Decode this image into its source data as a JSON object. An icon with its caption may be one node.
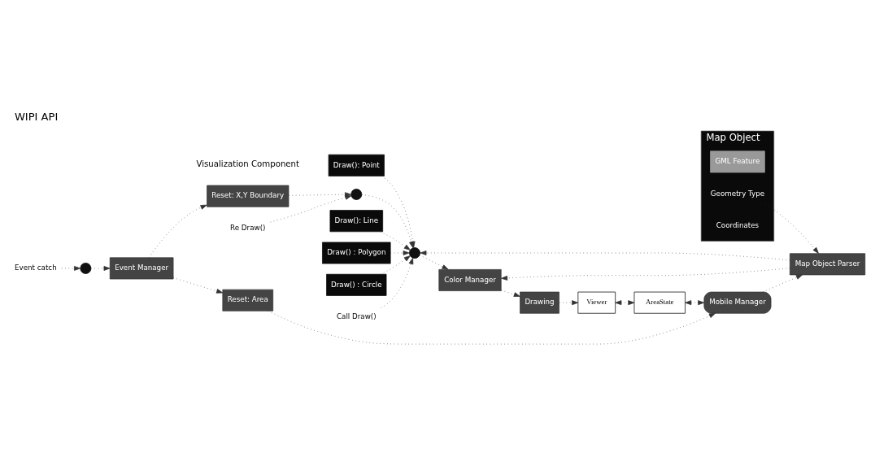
{
  "diagram": {
    "title": "WIPI API",
    "nodes": [
      {
        "text": [
          "Draw(): Point"
        ]
      },
      {
        "text": [
          "Draw(): Line"
        ]
      },
      {
        "text": [
          "Draw() : Polygon"
        ]
      },
      {
        "text": [
          "Draw() : Circle"
        ]
      },
      {
        "text": [
          "Re Draw()"
        ]
      },
      {
        "text": [],
        "shape": "circle"
      },
      {
        "text": [
          "Call Draw()"
        ]
      },
      {
        "text": [],
        "shape": "circle"
      },
      {
        "text": [
          "Color Manager"
        ]
      },
      {
        "text": [
          "Drawing"
        ]
      },
      {
        "text": [
          "Event Manager"
        ]
      },
      {
        "text": [
          "Reset: X,Y Boundary"
        ]
      },
      {
        "text": [
          "Map Object Parser"
        ]
      },
      {
        "text": [
          "Map Object"
        ]
      },
      {
        "text": [
          "GML Feature"
        ],
        "in": 13
      },
      {
        "text": [
          "Geometry Type"
        ],
        "in": 13
      },
      {
        "text": [
          "Coordinates"
        ],
        "in": 13
      },
      {
        "text": [
          "Viewer"
        ]
      },
      {
        "text": [
          "AreaState"
        ]
      },
      {
        "text": [
          "Mobile Manager"
        ]
      },
      {
        "text": [
          "Reset: Area"
        ]
      },
      {
        "text": [
          "Event catch"
        ]
      },
      {
        "text": [],
        "shape": "circle"
      }
    ],
    "edges": [
      {
        "from": 0,
        "to": 7,
        "arrow": "to"
      },
      {
        "from": 1,
        "to": 7,
        "arrow": "to"
      },
      {
        "from": 2,
        "to": 7,
        "arrow": "to"
      },
      {
        "from": 3,
        "to": 7,
        "arrow": "to"
      },
      {
        "from": 4,
        "to": 5,
        "arrow": "to"
      },
      {
        "from": 6,
        "to": 7,
        "arrow": "to"
      },
      {
        "from": 5,
        "to": 7,
        "arrow": "to"
      },
      {
        "from": 11,
        "to": 5,
        "arrow": "to"
      },
      {
        "from": 10,
        "to": 11,
        "arrow": "to"
      },
      {
        "from": 7,
        "to": 8,
        "arrow": "to"
      },
      {
        "from": 8,
        "to": 9,
        "arrow": "to"
      },
      {
        "from": 12,
        "to": 8,
        "arrow": "to"
      },
      {
        "from": 12,
        "to": 7,
        "arrow": "to"
      },
      {
        "from": 15,
        "to": 12,
        "arrow": "to"
      },
      {
        "from": 19,
        "to": 12,
        "arrow": "to"
      },
      {
        "from": 9,
        "to": 17,
        "arrow": "to"
      },
      {
        "from": 21,
        "to": 22,
        "arrow": "to"
      },
      {
        "from": 22,
        "to": 10,
        "arrow": "to"
      },
      {
        "from": 17,
        "to": 18,
        "arrow": "both"
      },
      {
        "from": 18,
        "to": 19,
        "arrow": "both"
      },
      {
        "from": 10,
        "to": 20,
        "arrow": "to"
      },
      {
        "from": 20,
        "to": 19,
        "arrow": "to"
      }
    ],
    "labels": [
      "Visualization Component"
    ]
  }
}
